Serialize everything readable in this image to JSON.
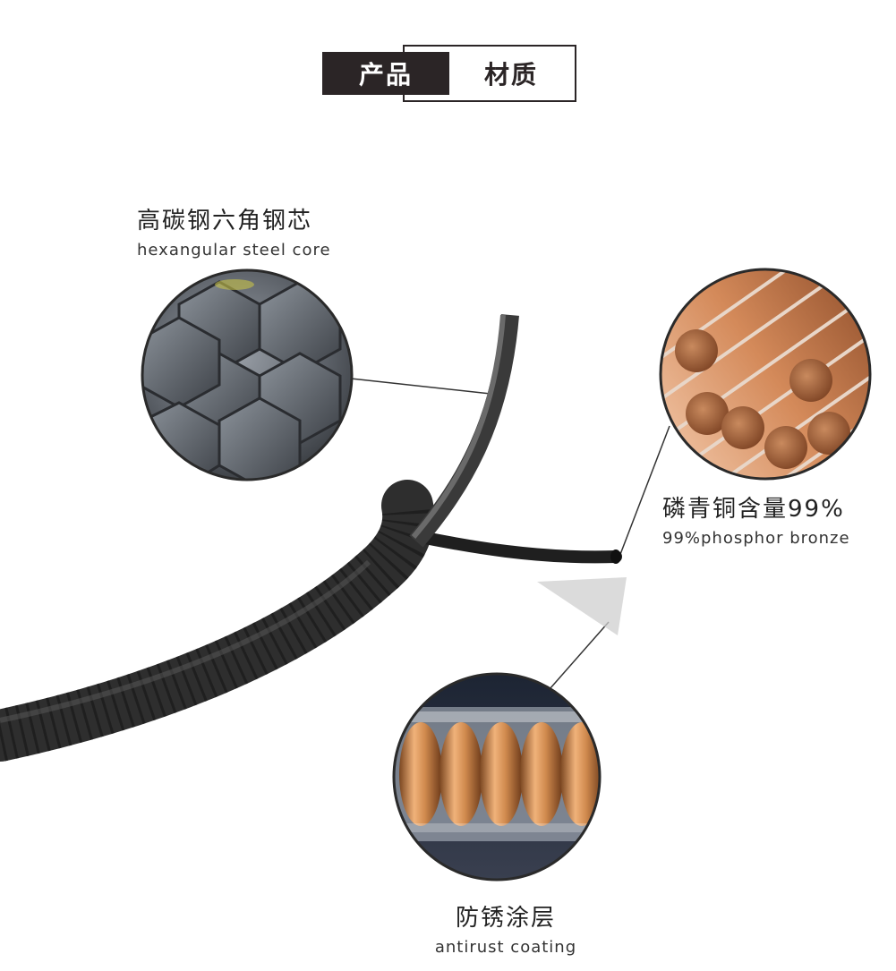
{
  "header": {
    "tag_dark": "产品",
    "tag_light": "材质"
  },
  "features": [
    {
      "zh": "高碳钢六角钢芯",
      "en": "hexangular steel core"
    },
    {
      "zh": "磷青铜含量99%",
      "en": "99%phosphor bronze"
    },
    {
      "zh": "防锈涂层",
      "en": "antirust coating"
    }
  ],
  "colors": {
    "header_bg": "#2b2526",
    "text": "#222222",
    "cable": "#2e2e2e",
    "copper": "#c97a45",
    "steel": "#6b7078"
  }
}
